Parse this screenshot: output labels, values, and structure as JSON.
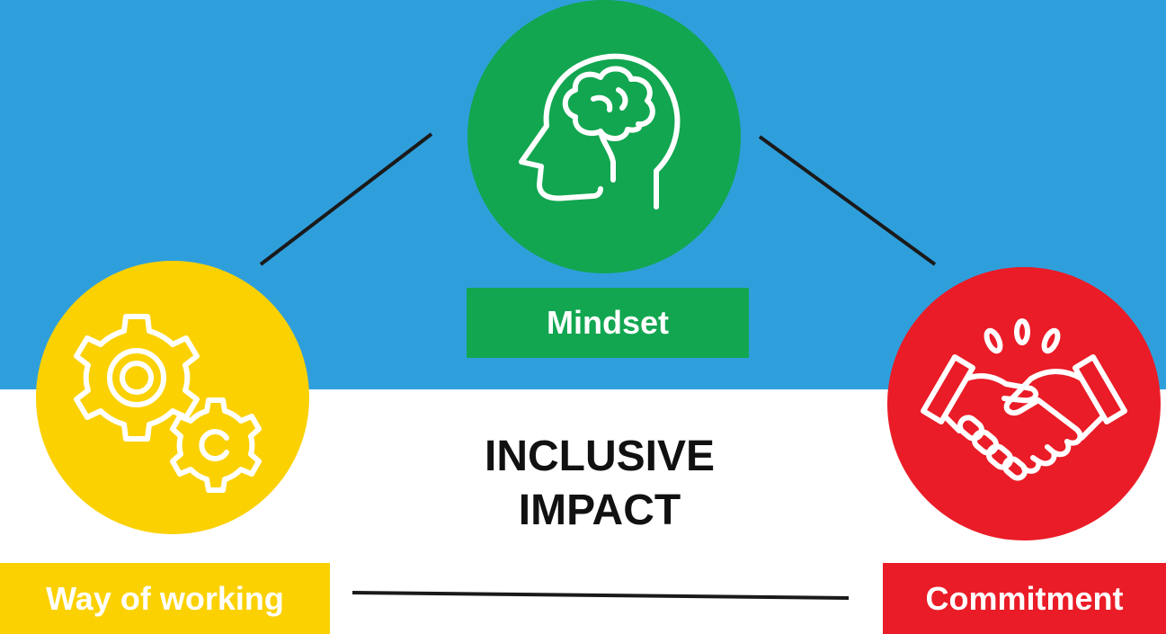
{
  "diagram": {
    "center_title": {
      "line1": "INCLUSIVE",
      "line2": "IMPACT"
    },
    "nodes": {
      "mindset": {
        "label": "Mindset",
        "icon": "brain-head-icon",
        "color": "#12a650"
      },
      "way_of_working": {
        "label": "Way of working",
        "icon": "gears-icon",
        "color": "#fbd102"
      },
      "commitment": {
        "label": "Commitment",
        "icon": "handshake-icon",
        "color": "#ea1c27"
      }
    },
    "colors": {
      "background_top": "#2f9fdc",
      "background_bottom": "#ffffff",
      "connector": "#1a1a1a"
    }
  }
}
